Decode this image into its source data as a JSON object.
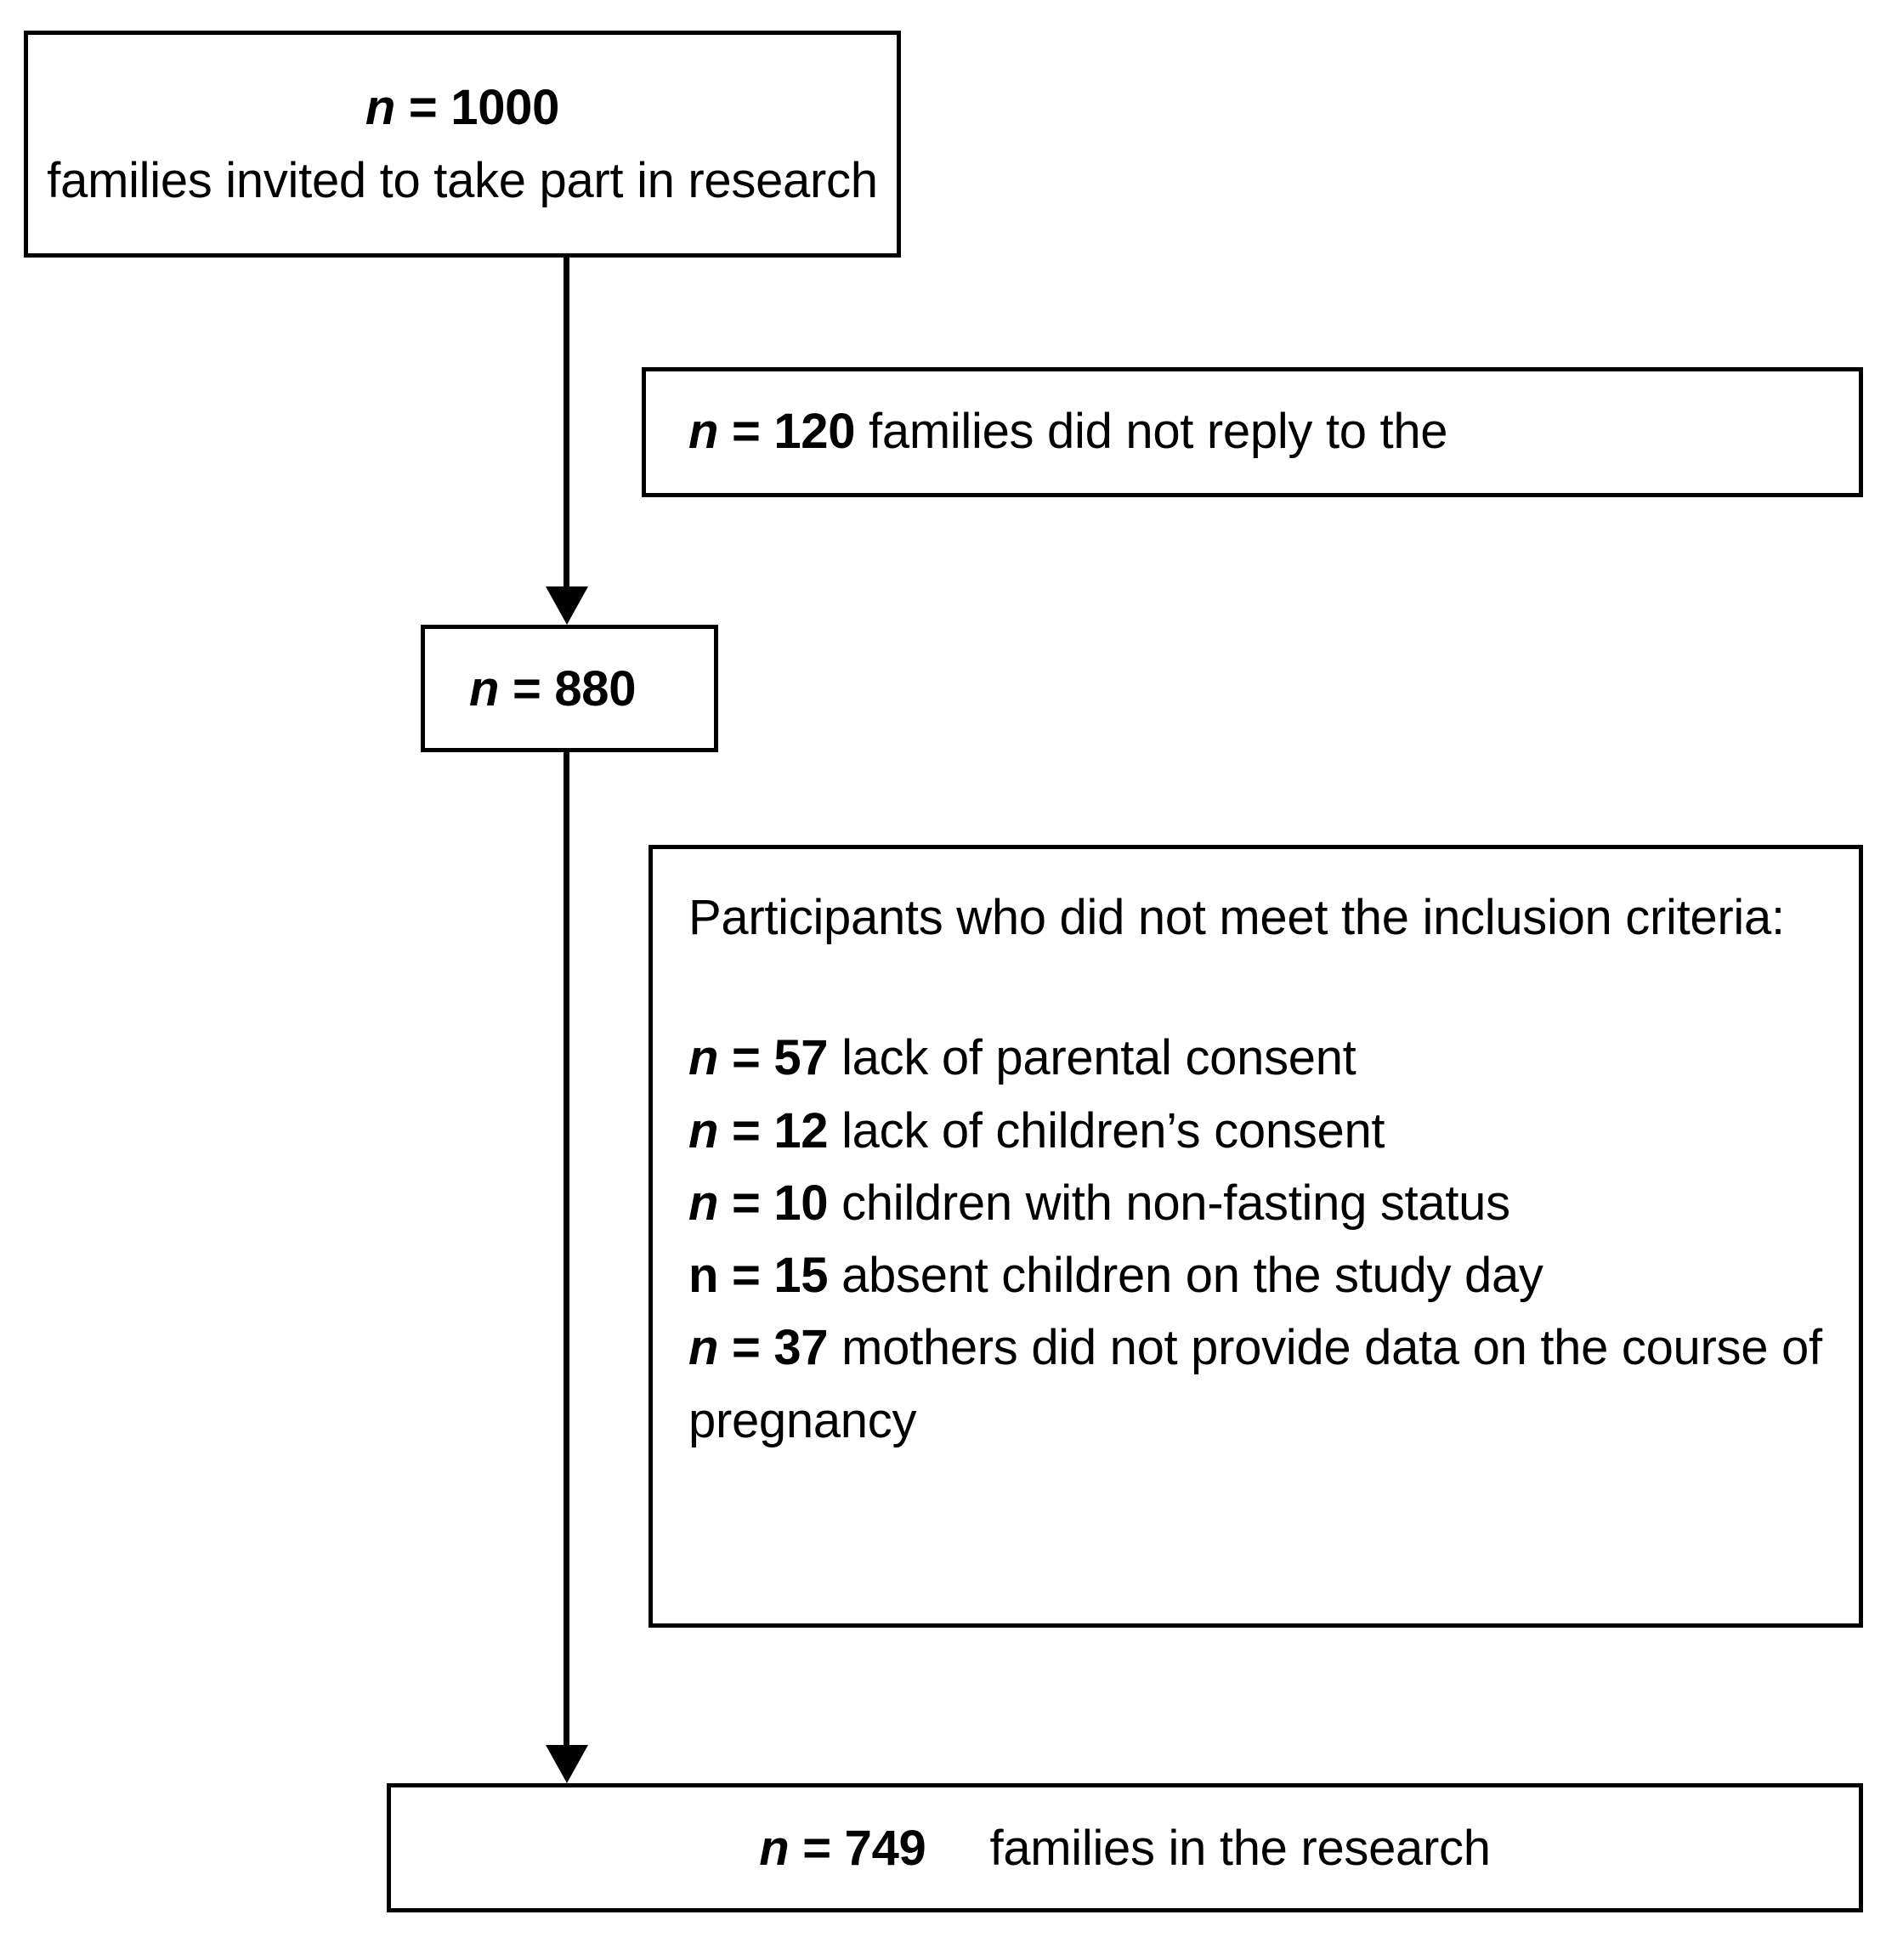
{
  "diagram": {
    "type": "participant-flow-diagram",
    "title": "",
    "nodes": {
      "invited": {
        "label_n": "n = 1000",
        "label_text": "families invited to take part in research",
        "n_symbol": "n",
        "count": 1000
      },
      "no_reply": {
        "n_symbol": "n",
        "count": 120,
        "text": "families did not reply to the",
        "full_text": "n = 120 families did not reply to the"
      },
      "responded": {
        "n_symbol": "n",
        "count": 880,
        "full_text": "n = 880"
      },
      "exclusion": {
        "heading": "Participants who did not meet the inclusion criteria:",
        "reasons": [
          {
            "n_symbol": "n",
            "count": 57,
            "italic_n": true,
            "text": "lack of parental consent"
          },
          {
            "n_symbol": "n",
            "count": 12,
            "italic_n": true,
            "text": "lack of children’s consent"
          },
          {
            "n_symbol": "n",
            "count": 10,
            "italic_n": true,
            "text": "children with non-fasting status"
          },
          {
            "n_symbol": "n",
            "count": 15,
            "italic_n": false,
            "text": "absent children on the study day"
          },
          {
            "n_symbol": "n",
            "count": 37,
            "italic_n": true,
            "text": "mothers did not provide data on the course of pregnancy"
          }
        ]
      },
      "final": {
        "n_symbol": "n",
        "count": 749,
        "text": "families in the research",
        "full_text": "n = 749 families in the research"
      }
    },
    "connectors": [
      {
        "from": "invited",
        "to": "responded",
        "direction": "down",
        "arrowhead": true
      },
      {
        "from": "responded",
        "to": "final",
        "direction": "down",
        "arrowhead": true
      }
    ],
    "colors": {
      "background": "#ffffff",
      "border": "#000000",
      "text": "#000000"
    }
  }
}
